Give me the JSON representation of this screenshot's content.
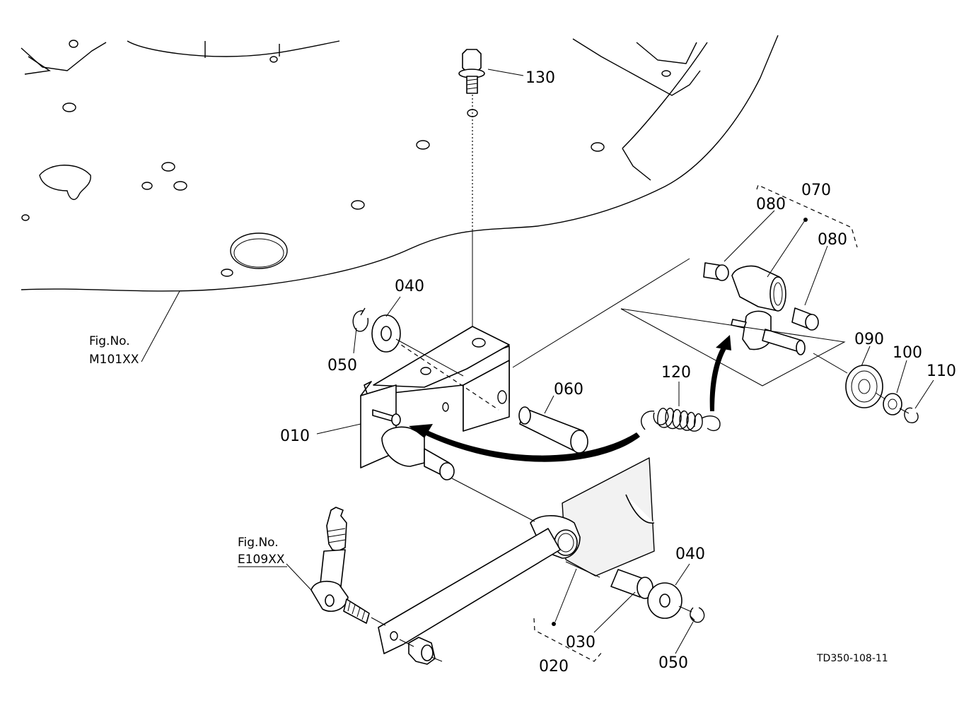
{
  "labels": {
    "p130": "130",
    "p070": "070",
    "p080a": "080",
    "p080b": "080",
    "p040a": "040",
    "p050a": "050",
    "p120": "120",
    "p090": "090",
    "p100": "100",
    "p110": "110",
    "p060": "060",
    "p010": "010",
    "p040b": "040",
    "p030": "030",
    "p050b": "050",
    "p020": "020"
  },
  "refs": {
    "fig_m_prefix": "Fig.No.",
    "fig_m_code": "M101XX",
    "fig_e_prefix": "Fig.No.",
    "fig_e_code": "E109XX"
  },
  "drawing_code": "TD350-108-11"
}
